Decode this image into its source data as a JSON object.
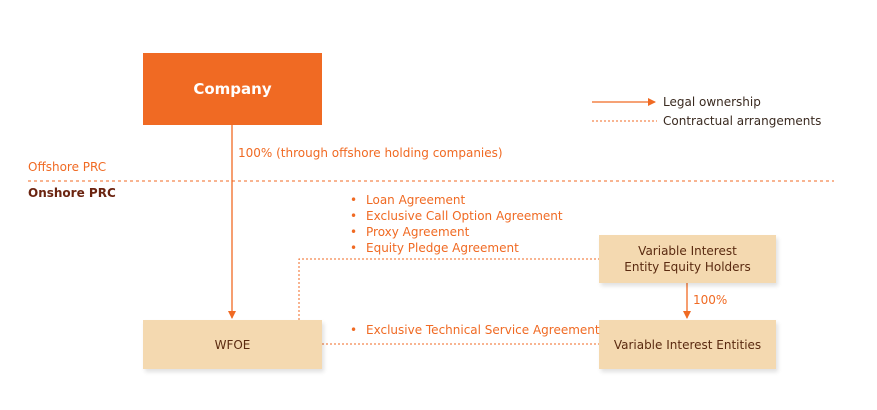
{
  "nodes": {
    "company": "Company",
    "wfoe": "WFOE",
    "vie_holders_line1": "Variable Interest",
    "vie_holders_line2": "Entity Equity Holders",
    "vie": "Variable Interest Entities"
  },
  "regions": {
    "offshore": "Offshore PRC",
    "onshore": "Onshore PRC"
  },
  "edges": {
    "company_to_wfoe": "100% (through offshore holding companies)",
    "holders_to_vie": "100%",
    "wfoe_vie_agreement": "Exclusive Technical Service Agreement"
  },
  "agreements": [
    "Loan Agreement",
    "Exclusive Call Option Agreement",
    "Proxy Agreement",
    "Equity Pledge Agreement"
  ],
  "legend": {
    "legal": "Legal ownership",
    "contractual": "Contractual arrangements"
  },
  "colors": {
    "orange": "#f06a23",
    "tan": "#f4d9b0",
    "dark_text": "#6b2410"
  }
}
